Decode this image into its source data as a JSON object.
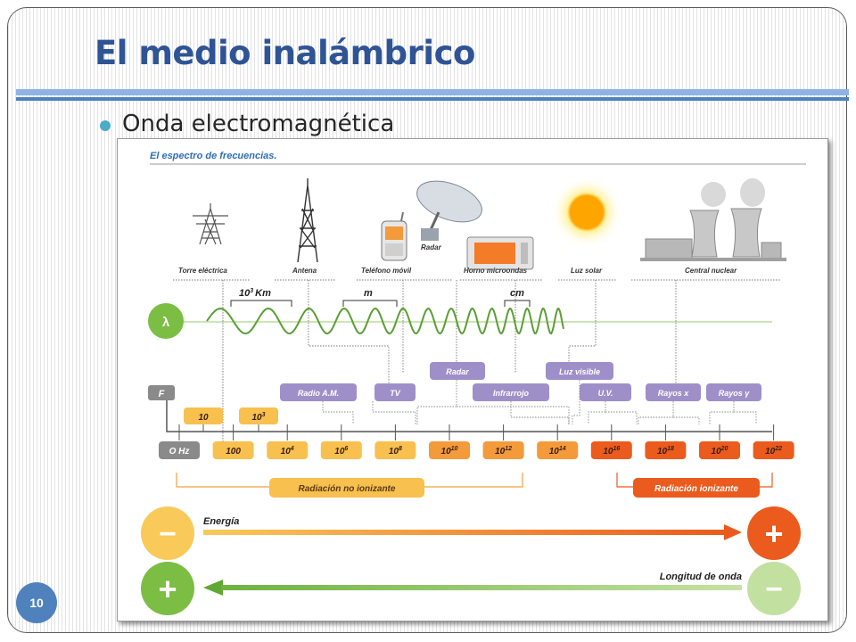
{
  "slide": {
    "title": "El medio inalámbrico",
    "bullet": "Onda electromagnética",
    "page_number": "10"
  },
  "diagram": {
    "title": "El espectro de frecuencias.",
    "sources": [
      "Torre eléctrica",
      "Antena",
      "Teléfono móvil",
      "Radar",
      "Horno microondas",
      "Luz solar",
      "Central nuclear"
    ],
    "wavelength_symbol": "λ",
    "wavelength_scale": {
      "km": {
        "base": "10",
        "exp": "3",
        "unit": "Km"
      },
      "m": "m",
      "cm": "cm"
    },
    "freq_symbol": "F",
    "bands_row1": [
      "Radar",
      "Luz visible"
    ],
    "bands_row2": [
      "Radio A.M.",
      "TV",
      "Infrarrojo",
      "U.V.",
      "Rayos x",
      "Rayos γ"
    ],
    "small_freqs": [
      {
        "base": "10",
        "exp": ""
      },
      {
        "base": "10",
        "exp": "3"
      }
    ],
    "axis": [
      {
        "base": "O Hz",
        "exp": ""
      },
      {
        "base": "100",
        "exp": ""
      },
      {
        "base": "10",
        "exp": "4"
      },
      {
        "base": "10",
        "exp": "6"
      },
      {
        "base": "10",
        "exp": "8"
      },
      {
        "base": "10",
        "exp": "10"
      },
      {
        "base": "10",
        "exp": "12"
      },
      {
        "base": "10",
        "exp": "14"
      },
      {
        "base": "10",
        "exp": "16"
      },
      {
        "base": "10",
        "exp": "18"
      },
      {
        "base": "10",
        "exp": "20"
      },
      {
        "base": "10",
        "exp": "22"
      }
    ],
    "non_ionizing": "Radiación no ionizante",
    "ionizing": "Radiación ionizante",
    "energy": "Energía",
    "wavelength": "Longitud de onda",
    "minus": "−",
    "plus": "+",
    "colors": {
      "purple": "#9f8fc9",
      "orange_light": "#f8c04e",
      "orange_mid": "#f39a3a",
      "orange_dark": "#eb5b1d",
      "green": "#7cbd44",
      "green_light": "#c2e0a0",
      "gray": "#8a8a8a"
    }
  }
}
